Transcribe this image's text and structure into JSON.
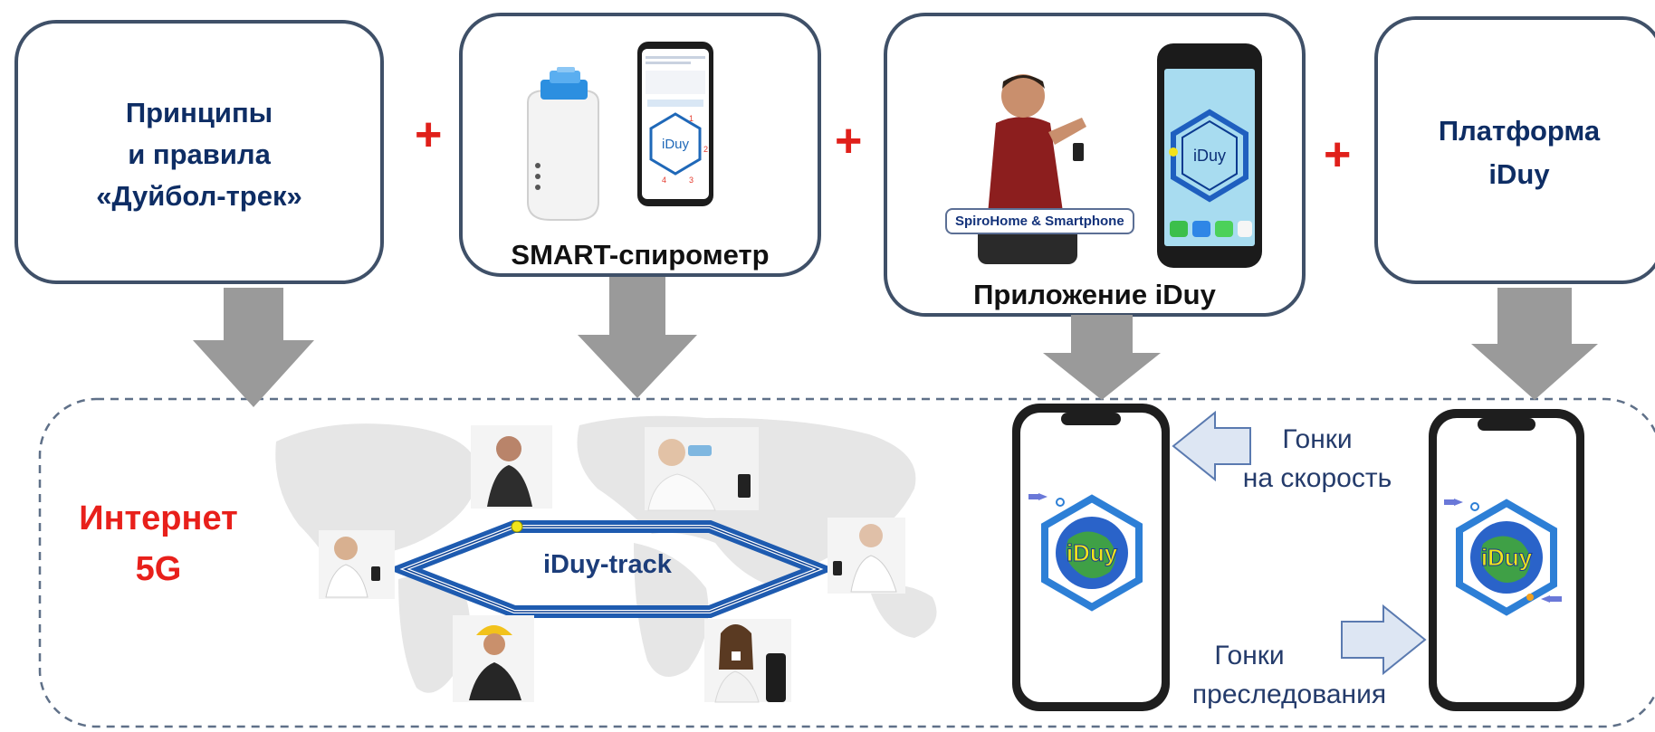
{
  "top_boxes": {
    "principles": {
      "line1": "Принципы",
      "line2": "и правила",
      "line3": "«Дуйбол-трек»"
    },
    "spirometer": {
      "caption": "SMART-спирометр",
      "phone_logo": "iDuy"
    },
    "app": {
      "caption": "Приложение iDuy",
      "badge": "SpiroHome & Smartphone",
      "phone_logo": "iDuy"
    },
    "platform": {
      "line1": "Платформа",
      "line2": "iDuy"
    }
  },
  "plus_sign": "+",
  "network": {
    "line1": "Интернет",
    "line2": "5G"
  },
  "track": {
    "label": "iDuy-track"
  },
  "phones": {
    "left_logo": "iDuy",
    "right_logo": "iDuy"
  },
  "races": {
    "speed": {
      "line1": "Гонки",
      "line2": "на скорость"
    },
    "pursuit": {
      "line1": "Гонки",
      "line2": "преследования"
    }
  },
  "colors": {
    "box_border": "#3f5068",
    "title_blue": "#0e2d64",
    "plus_red": "#e0201b",
    "arrow_gray": "#9a9a9a",
    "track_blue": "#1e5bb0",
    "map_gray": "#e6e6e6"
  }
}
